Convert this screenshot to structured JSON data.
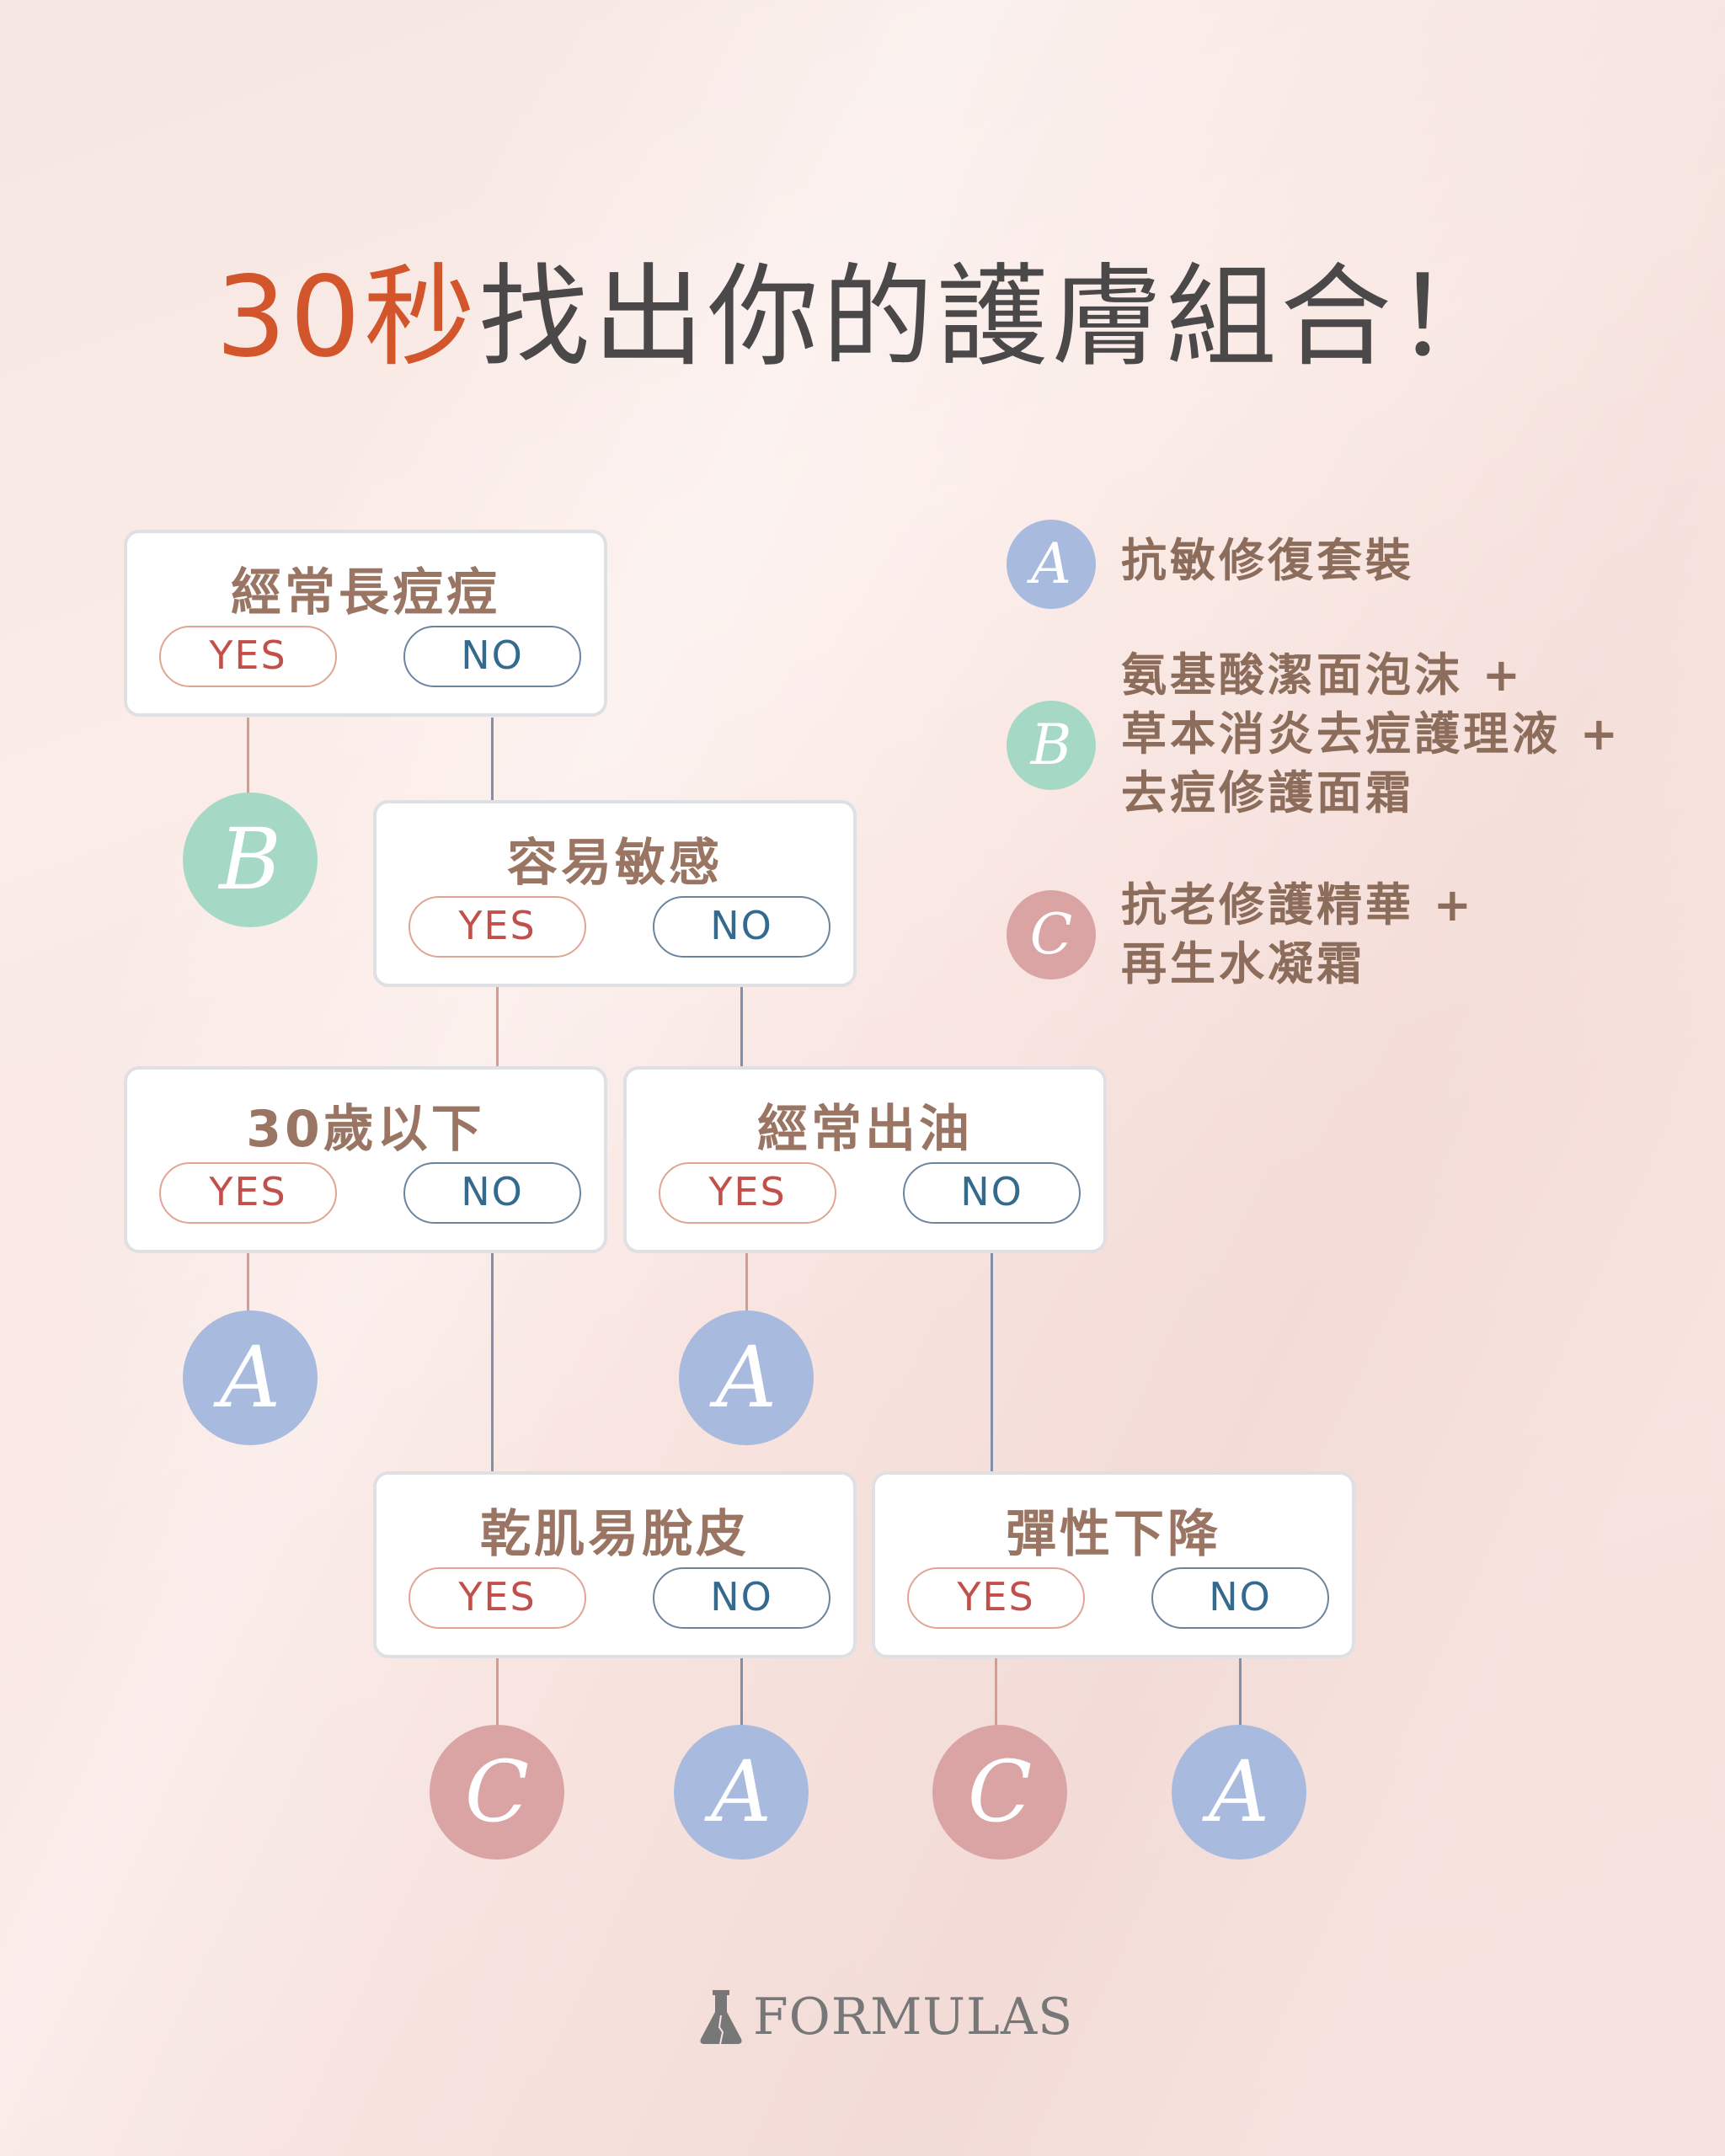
{
  "title": {
    "highlight": "30秒",
    "rest": "找出你的護膚組合！"
  },
  "answers": {
    "yes": "YES",
    "no": "NO"
  },
  "questions": [
    "經常長痘痘",
    "容易敏感",
    "30歲以下",
    "經常出油",
    "乾肌易脫皮",
    "彈性下降"
  ],
  "results": {
    "a": "A",
    "b": "B",
    "c": "C"
  },
  "legend": {
    "a": {
      "letter": "A",
      "lines": [
        "抗敏修復套裝"
      ]
    },
    "b": {
      "letter": "B",
      "lines": [
        "氨基酸潔面泡沫 +",
        "草本消炎去痘護理液 +",
        "去痘修護面霜"
      ]
    },
    "c": {
      "letter": "C",
      "lines": [
        "抗老修護精華 +",
        "再生水凝霜"
      ]
    }
  },
  "brand": "FORMULAS",
  "colors": {
    "title_accent": "#d2552c",
    "a": "#a9badf",
    "b": "#a5d9c6",
    "c": "#daa3a4"
  }
}
